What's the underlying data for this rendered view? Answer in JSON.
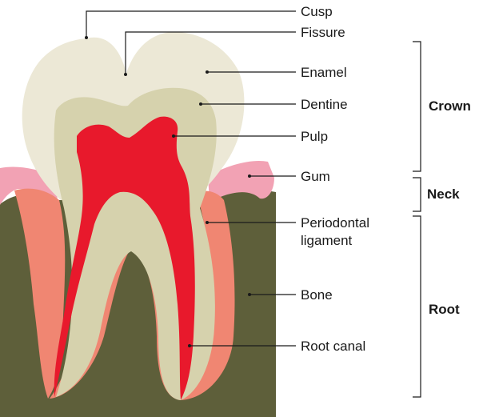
{
  "labels": {
    "cusp": "Cusp",
    "fissure": "Fissure",
    "enamel": "Enamel",
    "dentine": "Dentine",
    "pulp": "Pulp",
    "gum": "Gum",
    "periodontal_line1": "Periodontal",
    "periodontal_line2": "ligament",
    "bone": "Bone",
    "root_canal": "Root canal"
  },
  "groups": {
    "crown": "Crown",
    "neck": "Neck",
    "root": "Root"
  },
  "colors": {
    "enamel": "#ece8d6",
    "dentine": "#d6d2ad",
    "pulp": "#e8192c",
    "gum": "#f2a2b4",
    "ligament": "#f08672",
    "bone": "#5e5f3a",
    "text": "#1a1a1a"
  }
}
